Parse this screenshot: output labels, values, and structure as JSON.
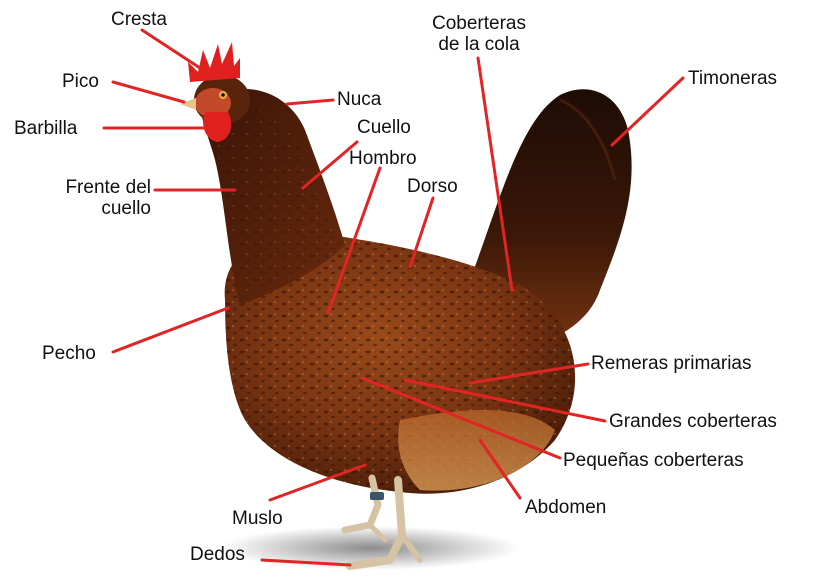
{
  "diagram": {
    "accent_color": "#e12424",
    "labels": {
      "cresta": "Cresta",
      "pico": "Pico",
      "barbilla": "Barbilla",
      "frente_del_cuello": [
        "Frente del",
        "cuello"
      ],
      "pecho": "Pecho",
      "muslo": "Muslo",
      "dedos": "Dedos",
      "coberteras_de_la_cola": [
        "Coberteras",
        "de la cola"
      ],
      "timoneras": "Timoneras",
      "nuca": "Nuca",
      "cuello": "Cuello",
      "hombro": "Hombro",
      "dorso": "Dorso",
      "remeras_primarias": "Remeras primarias",
      "grandes_coberteras": "Grandes coberteras",
      "pequenas_coberteras": "Pequeñas coberteras",
      "abdomen": "Abdomen"
    }
  }
}
